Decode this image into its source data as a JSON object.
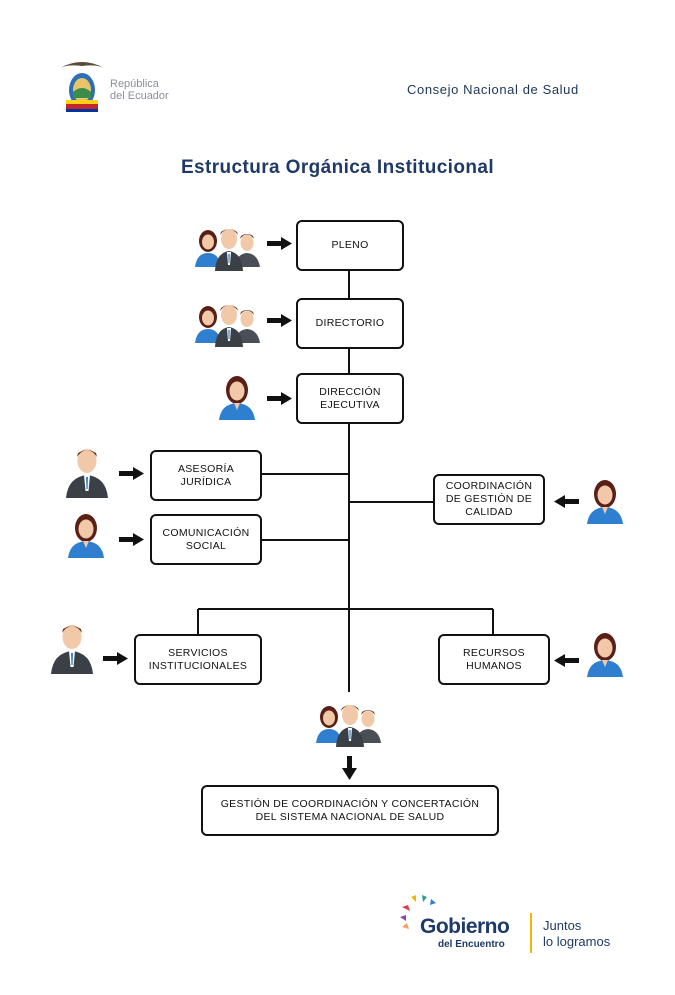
{
  "header": {
    "logo_line1": "República",
    "logo_line2": "del Ecuador",
    "organization": "Consejo Nacional de Salud"
  },
  "title": "Estructura Orgánica Institucional",
  "boxes": {
    "pleno": "PLENO",
    "directorio": "DIRECTORIO",
    "direccion": "DIRECCIÓN\nEJECUTIVA",
    "asesoria": "ASESORÍA\nJURÍDICA",
    "comunicacion": "COMUNICACIÓN\nSOCIAL",
    "coordinacion": "COORDINACIÓN\nDE GESTIÓN DE\nCALIDAD",
    "servicios": "SERVICIOS\nINSTITUCIONALES",
    "recursos": "RECURSOS\nHUMANOS",
    "gestion": "GESTIÓN DE COORDINACIÓN Y CONCERTACIÓN\nDEL SISTEMA NACIONAL DE SALUD"
  },
  "footer": {
    "brand_main": "Gobierno",
    "brand_sub": "del Encuentro",
    "slogan": "Juntos\nlo logramos"
  },
  "colors": {
    "title": "#1f3a68",
    "suit": "#3b3f46",
    "blouse": "#2e7fd0",
    "hair_female": "#5a2018",
    "hair_male": "#6b3a1e",
    "skin": "#f2c9a8",
    "accent_yellow": "#f2b705"
  }
}
